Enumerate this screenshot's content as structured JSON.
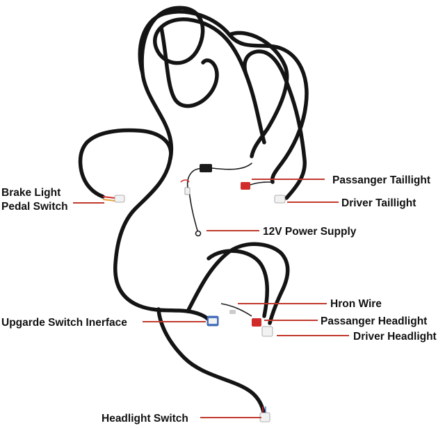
{
  "labels": {
    "brake_light_line1": "Brake Light",
    "brake_light_line2": "Pedal Switch",
    "passanger_taillight": "Passanger Taillight",
    "driver_taillight": "Driver Taillight",
    "power_supply": "12V Power Supply",
    "hron_wire": "Hron Wire",
    "upgarde_switch": "Upgarde Switch Inerface",
    "passanger_headlight": "Passanger Headlight",
    "driver_headlight": "Driver Headlight",
    "headlight_switch": "Headlight Switch"
  },
  "colors": {
    "leader_line": "#c0392b",
    "harness": "#141414",
    "label_text": "#111111",
    "red_wire": "#d12a2a",
    "connector_white": "#f2f2f2",
    "connector_blue": "#4a78c8"
  }
}
